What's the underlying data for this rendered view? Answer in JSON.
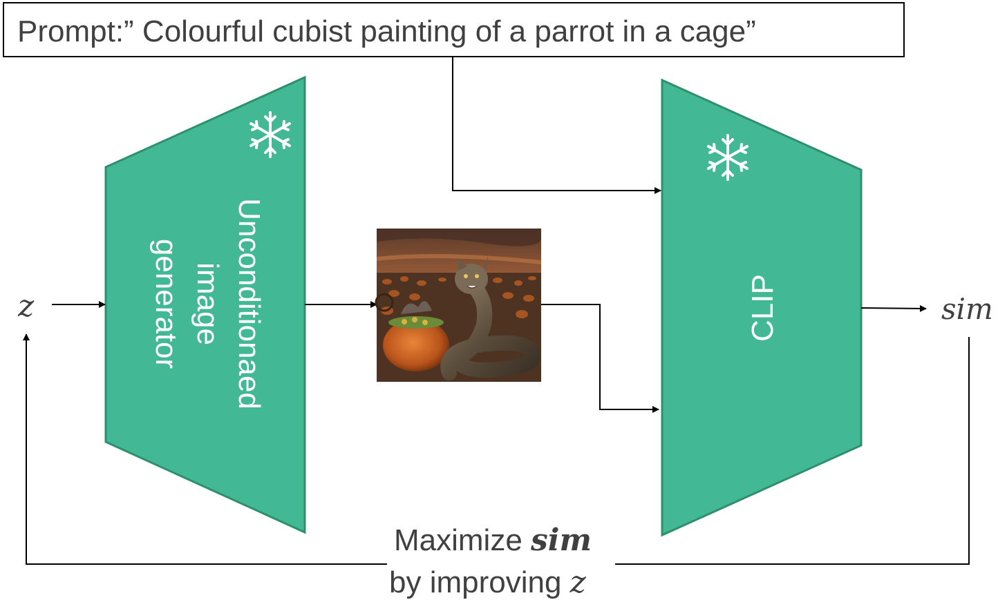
{
  "prompt": {
    "text": "Prompt:” Colourful cubist painting of a parrot in a cage”"
  },
  "generator": {
    "label_lines": [
      "Unconditionaed",
      "image",
      "generator"
    ],
    "icon": "snowflake-icon",
    "color": "#42b994"
  },
  "clip": {
    "label": "CLIP",
    "icon": "snowflake-icon",
    "color": "#42b994"
  },
  "input_symbol": "z",
  "output_symbol": "sim",
  "generated_image": {
    "description_icon": "generated-image-thumbnail"
  },
  "feedback": {
    "line1_text": "Maximize ",
    "line1_symbol": "sim",
    "line2_text": "by improving ",
    "line2_symbol": "z"
  },
  "colors": {
    "block_fill": "#42b994",
    "block_stroke": "#2f8f6d",
    "arrow": "#000000",
    "text": "#404040"
  }
}
